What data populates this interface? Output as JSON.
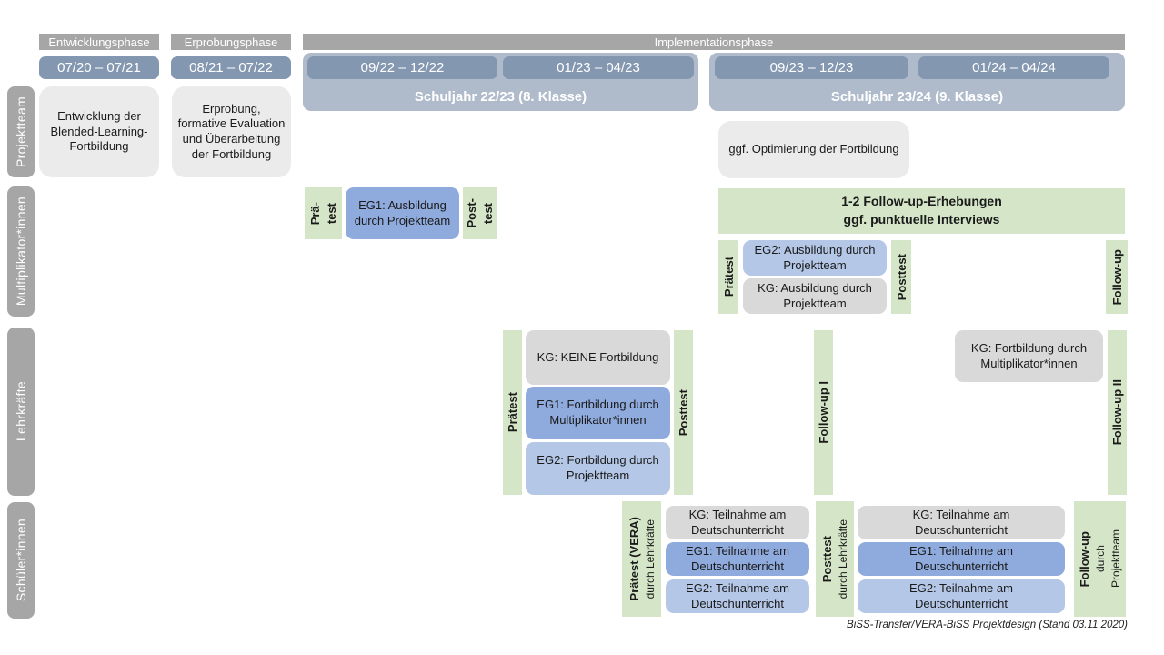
{
  "header": {
    "phases": [
      "Entwicklungsphase",
      "Erprobungsphase",
      "Implementationsphase"
    ]
  },
  "timeline": {
    "dates": [
      "07/20 – 07/21",
      "08/21 – 07/22",
      "09/22 – 12/22",
      "01/23 – 04/23",
      "09/23 – 12/23",
      "01/24 – 04/24"
    ],
    "schuljahre": [
      "Schuljahr 22/23 (8. Klasse)",
      "Schuljahr 23/24 (9. Klasse)"
    ]
  },
  "sidebar": {
    "rows": [
      "Projektteam",
      "Multiplikator*innen",
      "Lehrkräfte",
      "Schüler*innen"
    ]
  },
  "projektteam": {
    "entwicklung_box": "Entwicklung der Blended-Learning-Fortbildung",
    "erprobung_box": "Erprobung, formative Evaluation und Überarbeitung der Fortbildung",
    "optimierung_box": "ggf. Optimierung der Fortbildung"
  },
  "multiplikator": {
    "praetest_lines": [
      "Prä-",
      "test"
    ],
    "eg1_box": "EG1: Ausbildung durch Projektteam",
    "posttest_lines": [
      "Post-",
      "test"
    ],
    "followup_box_lines": [
      "1-2 Follow-up-Erhebungen",
      "ggf. punktuelle Interviews"
    ],
    "praetest2": "Prätest",
    "eg2_box": "EG2: Ausbildung durch Projektteam",
    "kg_box": "KG: Ausbildung durch Projektteam",
    "posttest2": "Posttest",
    "followup_strip": "Follow-up"
  },
  "lehrkraefte": {
    "praetest": "Prätest",
    "kg_box": "KG: KEINE Fortbildung",
    "eg1_box": "EG1: Fortbildung durch Multiplikator*innen",
    "eg2_box": "EG2: Fortbildung durch Projektteam",
    "posttest": "Posttest",
    "followup1": "Follow-up I",
    "kg2_box": "KG: Fortbildung durch Multiplikator*innen",
    "followup2": "Follow-up II"
  },
  "schueler": {
    "praetest_lines": [
      "Prätest (VERA)",
      "durch Lehrkräfte"
    ],
    "kg_box": "KG: Teilnahme am Deutschunterricht",
    "eg1_box": "EG1: Teilnahme am Deutschunterricht",
    "eg2_box": "EG2: Teilnahme am Deutschunterricht",
    "posttest_lines": [
      "Posttest",
      "durch Lehrkräfte"
    ],
    "kg2_box": "KG: Teilnahme am Deutschunterricht",
    "eg1b_box": "EG1: Teilnahme am Deutschunterricht",
    "eg2b_box": "EG2: Teilnahme am Deutschunterricht",
    "followup_lines": [
      "Follow-up",
      "durch",
      "Projektteam"
    ]
  },
  "footer": {
    "caption": "BiSS-Transfer/VERA-BiSS Projektdesign (Stand 03.11.2020)"
  },
  "colors": {
    "header_gray": "#A6A6A6",
    "steel_blue": "#8497B0",
    "steel_light": "#AFBACB",
    "box_lightgray": "#EBEBEB",
    "box_gray": "#D9D9D9",
    "blue_mid": "#8FAADC",
    "blue_light": "#B4C7E7",
    "green": "#D5E6C8",
    "text_dark": "#1A1A1A"
  }
}
